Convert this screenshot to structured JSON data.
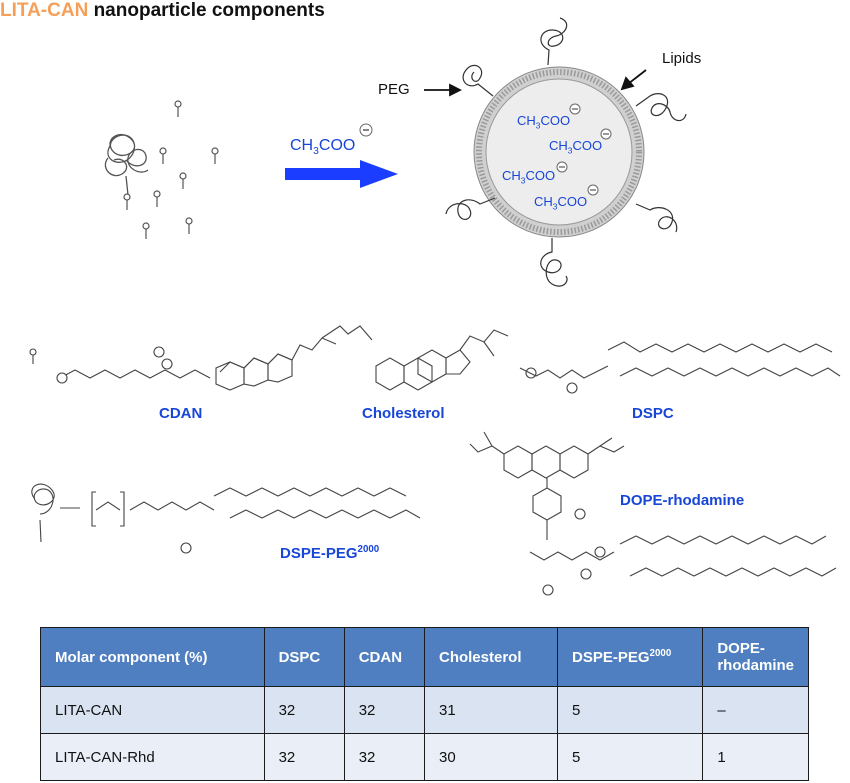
{
  "title": {
    "accent": "LITA-CAN",
    "rest": "nanoparticle components"
  },
  "scheme": {
    "reagent": "CH3COO",
    "reagent_base": "CH",
    "reagent_sub": "3",
    "reagent_tail": "COO",
    "charge_sign": "−",
    "peg_label": "PEG",
    "lipids_label": "Lipids",
    "interior_ions": [
      "CH3COO",
      "CH3COO",
      "CH3COO",
      "CH3COO"
    ]
  },
  "structures": {
    "cdan": "CDAN",
    "cholesterol": "Cholesterol",
    "dspc": "DSPC",
    "dspe_base": "DSPE-PEG",
    "dspe_sup": "2000",
    "dope_rhodamine": "DOPE-rhodamine"
  },
  "table": {
    "headers": [
      "Molar component (%)",
      "DSPC",
      "CDAN",
      "Cholesterol",
      "DSPE-PEG2000",
      "DOPE-rhodamine"
    ],
    "header_dspe_base": "DSPE-PEG",
    "header_dspe_sup": "2000",
    "header_dope_line1": "DOPE-",
    "header_dope_line2": "rhodamine",
    "rows": [
      {
        "name": "LITA-CAN",
        "values": [
          "32",
          "32",
          "31",
          "5",
          "–"
        ]
      },
      {
        "name": "LITA-CAN-Rhd",
        "values": [
          "32",
          "32",
          "30",
          "5",
          "1"
        ]
      }
    ]
  },
  "colors": {
    "accent": "#f5a05a",
    "label_blue": "#1846d6",
    "arrow_blue": "#1a3dff",
    "table_header": "#4f7fc0",
    "table_row": "#d9e3f2"
  }
}
